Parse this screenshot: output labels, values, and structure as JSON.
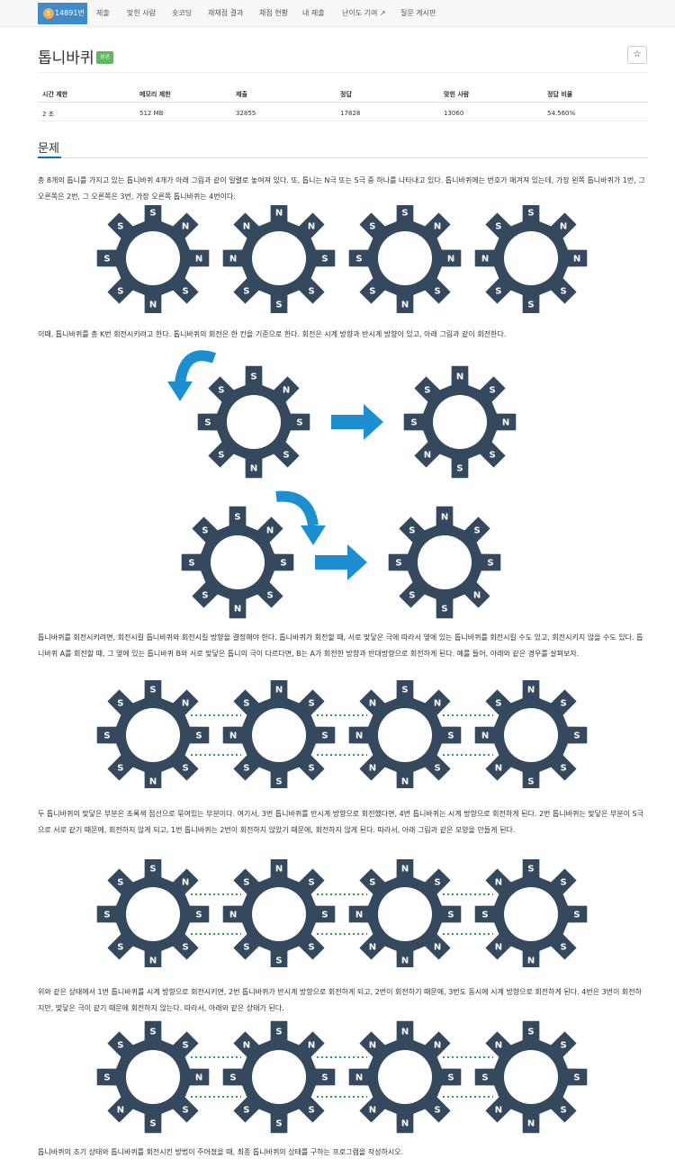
{
  "nav": {
    "problem_number": "14891번",
    "medal_icon": "medal-icon",
    "items": [
      "제출",
      "맞힌 사람",
      "숏코딩",
      "재채점 결과",
      "채점 현황",
      "내 제출",
      "난이도 기여",
      "질문 게시판"
    ]
  },
  "problem": {
    "title": "톱니바퀴",
    "status_badge": "성공",
    "star_label": "☆"
  },
  "stats": {
    "headers": [
      "시간 제한",
      "메모리 제한",
      "제출",
      "정답",
      "맞힌 사람",
      "정답 비율"
    ],
    "values": [
      "2 초",
      "512 MB",
      "32855",
      "17828",
      "13060",
      "54.560%"
    ]
  },
  "section": {
    "heading": "문제",
    "para1": "총 8개의 톱니를 가지고 있는 톱니바퀴 4개가 아래 그림과 같이 일렬로 놓여져 있다. 또, 톱니는 N극 또는 S극 중 하나를 나타내고 있다. 톱니바퀴에는 번호가 매겨져 있는데, 가장 왼쪽 톱니바퀴가 1번, 그 오른쪽은 2번, 그 오른쪽은 3번, 가장 오른쪽 톱니바퀴는 4번이다.",
    "para2": "이때, 톱니바퀴를 총 K번 회전시키려고 한다. 톱니바퀴의 회전은 한 칸을 기준으로 한다. 회전은 시계 방향과 반시계 방향이 있고, 아래 그림과 같이 회전한다.",
    "para3": "톱니바퀴를 회전시키려면, 회전시킬 톱니바퀴와 회전시킬 방향을 결정해야 한다. 톱니바퀴가 회전할 때, 서로 맞닿은 극에 따라서 옆에 있는 톱니바퀴를 회전시킬 수도 있고, 회전시키지 않을 수도 있다. 톱니바퀴 A를 회전할 때, 그 옆에 있는 톱니바퀴 B와 서로 맞닿은 톱니의 극이 다르다면, B는 A가 회전한 방향과 반대방향으로 회전하게 된다. 예를 들어, 아래와 같은 경우를 살펴보자.",
    "para4": "두 톱니바퀴의 맞닿은 부분은 초록색 점선으로 묶여있는 부분이다. 여기서, 3번 톱니바퀴를 반시계 방향으로 회전했다면, 4번 톱니바퀴는 시계 방향으로 회전하게 된다. 2번 톱니바퀴는 맞닿은 부분이 S극으로 서로 같기 때문에, 회전하지 않게 되고, 1번 톱니바퀴는 2번이 회전하지 않았기 때문에, 회전하지 않게 된다. 따라서, 아래 그림과 같은 모양을 만들게 된다.",
    "para5": "위와 같은 상태에서 1번 톱니바퀴를 시계 방향으로 회전시키면, 2번 톱니바퀴가 반시계 방향으로 회전하게 되고, 2번이 회전하기 때문에, 3번도 동시에 시계 방향으로 회전하게 된다. 4번은 3번이 회전하지만, 맞닿은 극이 같기 때문에 회전하지 않는다. 따라서, 아래와 같은 상태가 된다.",
    "para6": "톱니바퀴의 초기 상태와 톱니바퀴를 회전시킨 방법이 주어졌을 때, 최종 톱니바퀴의 상태를 구하는 프로그램을 작성하시오."
  },
  "figures": {
    "colors": {
      "gear": "#34495e",
      "arrow": "#1c8fd1",
      "dots": "#2e9e4f"
    },
    "row1": [
      [
        "S",
        "N",
        "N",
        "S",
        "N",
        "S",
        "S",
        "S"
      ],
      [
        "N",
        "N",
        "S",
        "S",
        "S",
        "S",
        "N",
        "N"
      ],
      [
        "S",
        "N",
        "N",
        "S",
        "N",
        "S",
        "S",
        "S"
      ],
      [
        "S",
        "N",
        "N",
        "S",
        "S",
        "S",
        "N",
        "S"
      ]
    ],
    "rotate_cw": {
      "before": [
        "S",
        "N",
        "S",
        "S",
        "N",
        "S",
        "S",
        "S"
      ],
      "after": [
        "N",
        "S",
        "N",
        "S",
        "S",
        "N",
        "S",
        "S"
      ]
    },
    "rotate_ccw": {
      "before": [
        "S",
        "N",
        "S",
        "S",
        "N",
        "S",
        "S",
        "S"
      ],
      "after": [
        "N",
        "S",
        "S",
        "N",
        "S",
        "S",
        "S",
        "S"
      ]
    },
    "row2": [
      [
        "S",
        "N",
        "S",
        "S",
        "N",
        "S",
        "S",
        "S"
      ],
      [
        "N",
        "S",
        "S",
        "S",
        "S",
        "S",
        "N",
        "S"
      ],
      [
        "S",
        "N",
        "S",
        "S",
        "N",
        "N",
        "N",
        "N"
      ],
      [
        "N",
        "S",
        "S",
        "S",
        "S",
        "N",
        "N",
        "S"
      ]
    ],
    "row3": [
      [
        "S",
        "N",
        "S",
        "S",
        "N",
        "S",
        "S",
        "S"
      ],
      [
        "N",
        "S",
        "S",
        "S",
        "S",
        "S",
        "N",
        "S"
      ],
      [
        "N",
        "S",
        "S",
        "N",
        "N",
        "N",
        "N",
        "S"
      ],
      [
        "S",
        "S",
        "S",
        "S",
        "N",
        "N",
        "S",
        "N"
      ]
    ],
    "row4": [
      [
        "S",
        "S",
        "N",
        "S",
        "S",
        "N",
        "S",
        "S"
      ],
      [
        "S",
        "N",
        "S",
        "S",
        "S",
        "S",
        "S",
        "N"
      ],
      [
        "N",
        "N",
        "S",
        "S",
        "N",
        "N",
        "N",
        "N"
      ],
      [
        "S",
        "S",
        "S",
        "S",
        "N",
        "N",
        "S",
        "N"
      ]
    ]
  }
}
